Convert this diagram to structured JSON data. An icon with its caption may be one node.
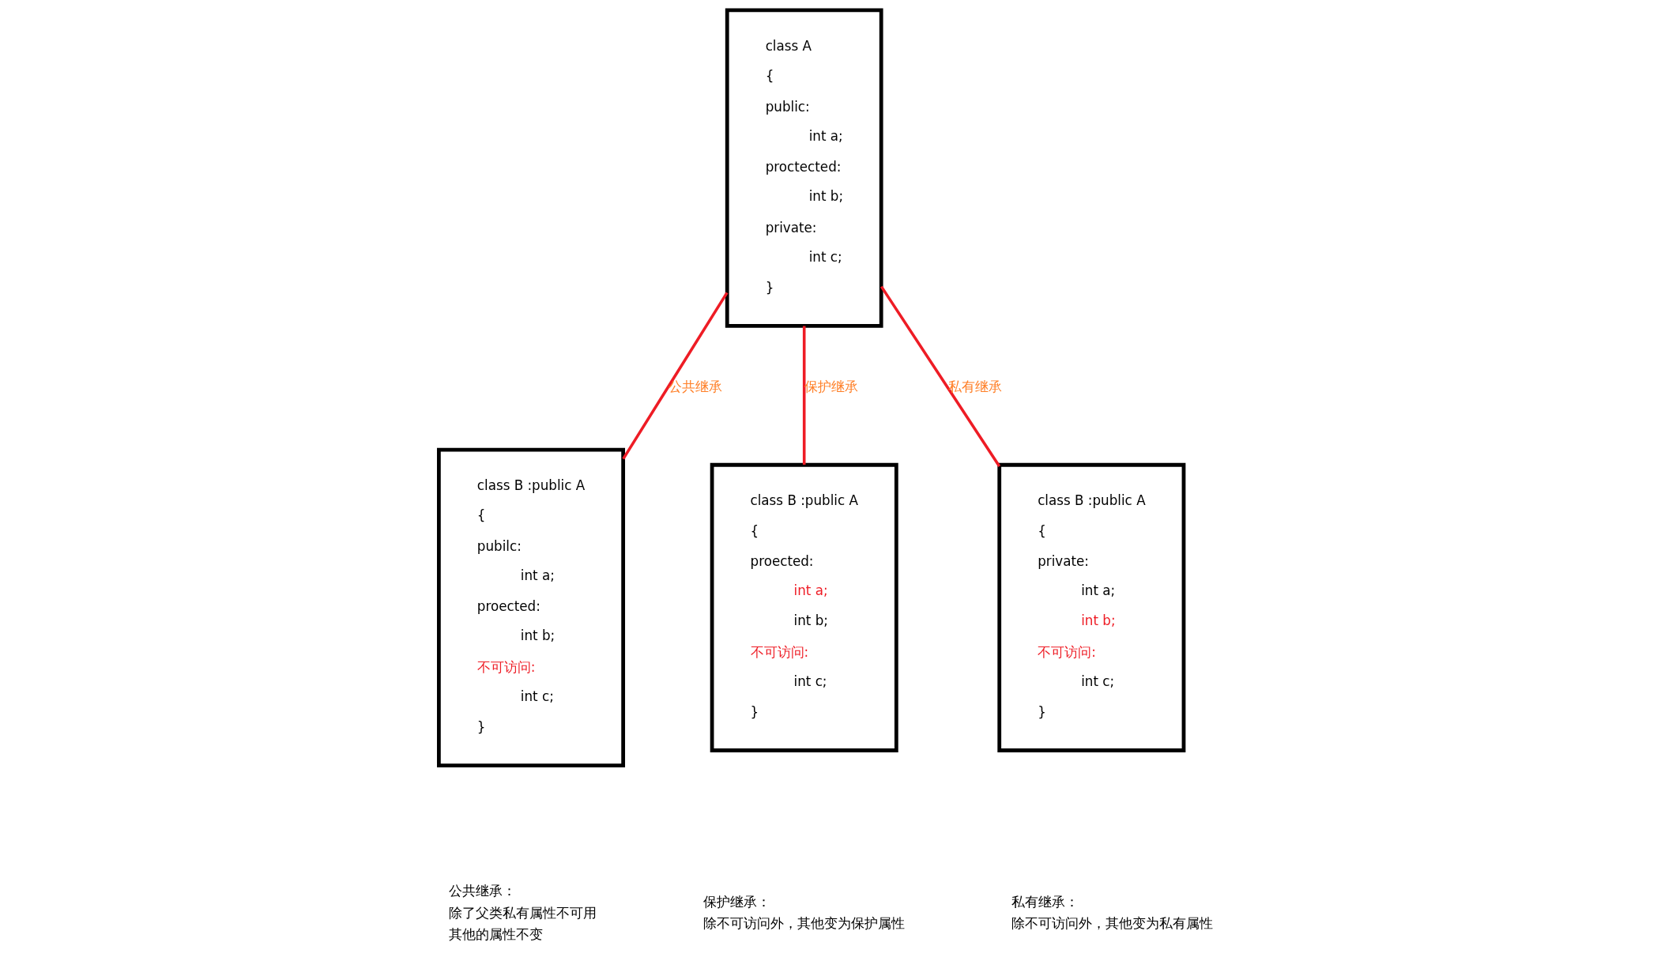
{
  "diagram": {
    "nodes": [
      {
        "text": [
          "class A",
          "{",
          "public:",
          "int a;",
          "proctected:",
          "int b;",
          "private:",
          "int c;",
          "}"
        ]
      },
      {
        "text": [
          "class B :public A",
          "{",
          "pubilc:",
          "int a;",
          "proected:",
          "int b;",
          "不可访问:",
          "int c;",
          "}"
        ],
        "beside": [
          "公共继承：",
          "除了父类私有属性不可用",
          "其他的属性不变"
        ]
      },
      {
        "text": [
          "class B :public A",
          "{",
          "proected:",
          "int a;",
          "int b;",
          "不可访问:",
          "int c;",
          "}"
        ],
        "beside": [
          "保护继承：",
          "除不可访问外，其他变为保护属性"
        ]
      },
      {
        "text": [
          "class B :public A",
          "{",
          "private:",
          "int a;",
          "int b;",
          "不可访问:",
          "int c;",
          "}"
        ],
        "beside": [
          "私有继承：",
          "除不可访问外，其他变为私有属性"
        ]
      }
    ],
    "edges": [
      {
        "from": 0,
        "to": 1,
        "arrow": "none",
        "label": "公共继承"
      },
      {
        "from": 0,
        "to": 2,
        "arrow": "none",
        "label": "保护继承"
      },
      {
        "from": 0,
        "to": 3,
        "arrow": "none",
        "label": "私有继承"
      }
    ]
  }
}
